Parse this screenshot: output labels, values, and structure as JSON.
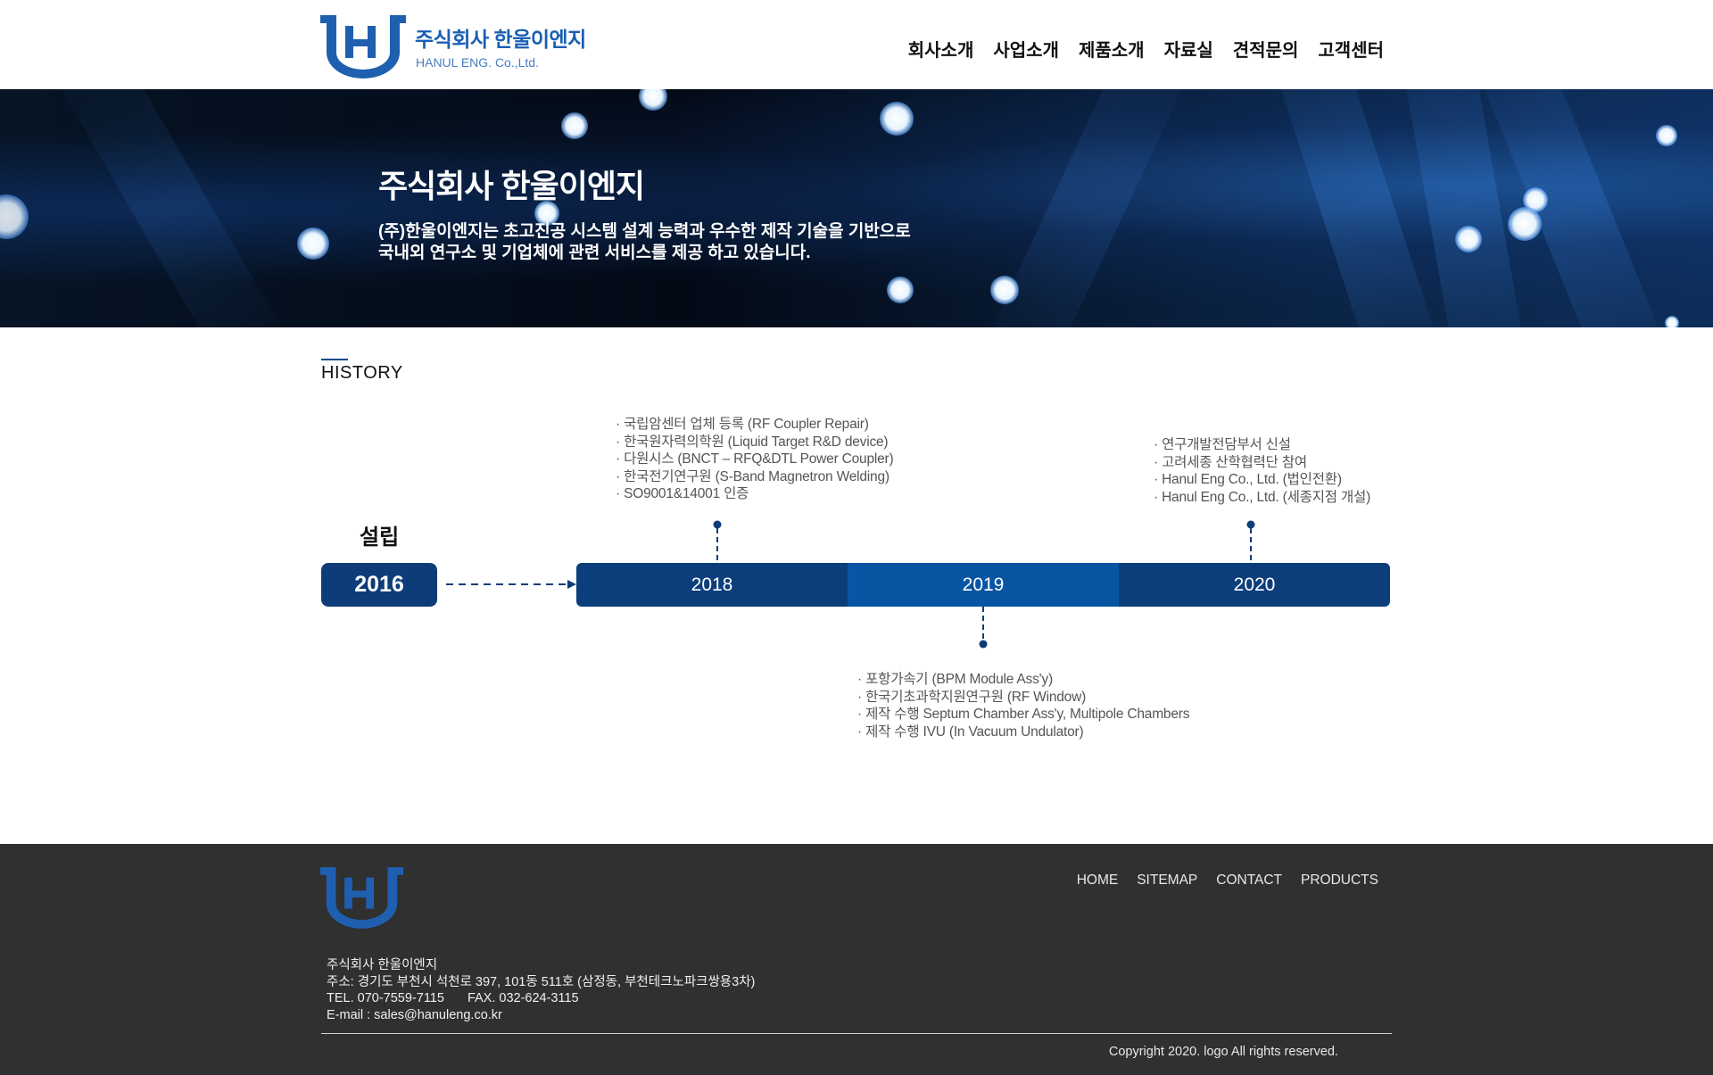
{
  "header": {
    "brand_ko": "주식회사 한울이엔지",
    "brand_en": "HANUL ENG. Co.,Ltd.",
    "nav": [
      "회사소개",
      "사업소개",
      "제품소개",
      "자료실",
      "견적문의",
      "고객센터"
    ]
  },
  "hero": {
    "title": "주식회사 한울이엔지",
    "desc_line1": "(주)한울이엔지는 초고진공 시스템 설계 능력과 우수한 제작 기술을 기반으로",
    "desc_line2": "국내외 연구소 및 기업체에 관련 서비스를 제공 하고 있습니다."
  },
  "history": {
    "section_title": "HISTORY",
    "founded_label": "설립",
    "founded_year": "2016",
    "timeline": [
      {
        "year": "2018",
        "events": [
          "· 국립암센터 업체 등록 (RF Coupler Repair)",
          "· 한국원자력의학원 (Liquid Target R&D device)",
          "· 다원시스 (BNCT – RFQ&DTL Power Coupler)",
          "· 한국전기연구원 (S-Band Magnetron Welding)",
          "· SO9001&14001 인증"
        ]
      },
      {
        "year": "2019",
        "events": [
          "· 포항가속기 (BPM Module Ass'y)",
          "· 한국기초과학지원연구원 (RF Window)",
          "· 제작 수행 Septum Chamber Ass'y, Multipole Chambers",
          "· 제작 수행 IVU (In Vacuum Undulator)"
        ]
      },
      {
        "year": "2020",
        "events": [
          "· 연구개발전담부서 신설",
          "· 고려세종 산학협력단 참여",
          "· Hanul Eng Co., Ltd. (법인전환)",
          "· Hanul Eng Co., Ltd. (세종지점 개설)"
        ]
      }
    ]
  },
  "footer": {
    "nav": [
      "HOME",
      "SITEMAP",
      "CONTACT",
      "PRODUCTS"
    ],
    "company": "주식회사 한울이엔지",
    "address": "주소: 경기도 부천시 석천로 397, 101동 511호 (삼정동, 부천테크노파크쌍용3차)",
    "tel": "TEL. 070-7559-7115",
    "fax": "FAX. 032-624-3115",
    "email": "E-mail : sales@hanuleng.co.kr",
    "copyright": "Copyright 2020. logo All rights reserved."
  },
  "colors": {
    "brand_blue": "#1a5fb4",
    "timeline_dark": "#0c3e7c",
    "timeline_mid": "#0855a3",
    "footer_bg": "#303030"
  },
  "icons": {
    "logo": "hanul-hj-logo"
  }
}
